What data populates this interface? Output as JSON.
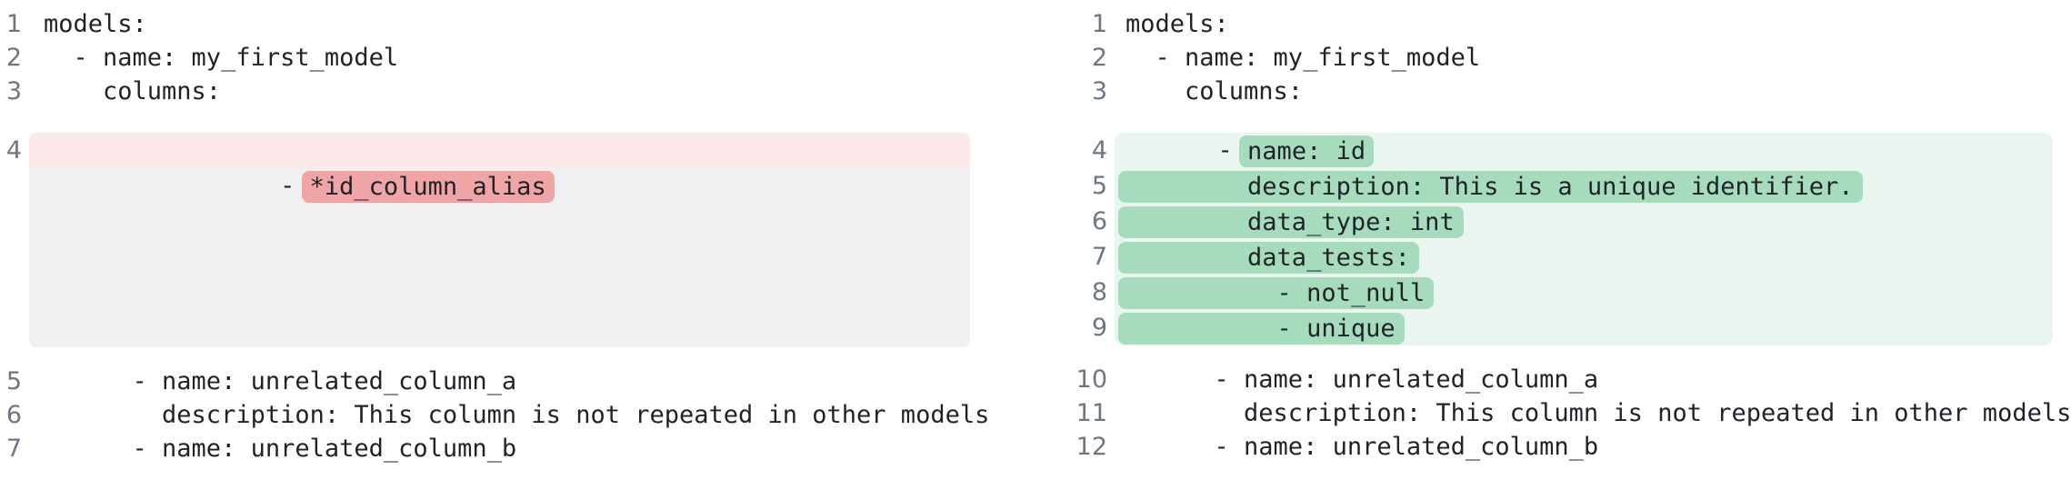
{
  "colors": {
    "code_text": "#1f2328",
    "line_number": "#6e7781",
    "removed_row_bg": "#fbe9e9",
    "removed_token_bg": "#efa5a5",
    "collapsed_placeholder_bg": "#eef0f1",
    "added_block_bg": "#e9f5ee",
    "added_token_bg": "#a7dbbe"
  },
  "left_panel": {
    "context_top": [
      {
        "number": "1",
        "text": "models:"
      },
      {
        "number": "2",
        "text": "  - name: my_first_model"
      },
      {
        "number": "3",
        "text": "    columns:"
      }
    ],
    "removed_line": {
      "number": "4",
      "prefix": "      - ",
      "token": "*id_column_alias"
    },
    "collapsed_placeholder": true,
    "context_bottom": [
      {
        "number": "5",
        "text": "      - name: unrelated_column_a"
      },
      {
        "number": "6",
        "text": "        description: This column is not repeated in other models"
      },
      {
        "number": "7",
        "text": "      - name: unrelated_column_b"
      }
    ]
  },
  "right_panel": {
    "context_top": [
      {
        "number": "1",
        "text": "models:"
      },
      {
        "number": "2",
        "text": "  - name: my_first_model"
      },
      {
        "number": "3",
        "text": "    columns:"
      }
    ],
    "added_lines": [
      {
        "number": "4",
        "prefix": "      - ",
        "token": "name: id",
        "full_line_pill": false
      },
      {
        "number": "5",
        "prefix": "",
        "token": "        description: This is a unique identifier.",
        "full_line_pill": true
      },
      {
        "number": "6",
        "prefix": "",
        "token": "        data_type: int",
        "full_line_pill": true
      },
      {
        "number": "7",
        "prefix": "",
        "token": "        data_tests:",
        "full_line_pill": true
      },
      {
        "number": "8",
        "prefix": "",
        "token": "          - not_null",
        "full_line_pill": true
      },
      {
        "number": "9",
        "prefix": "",
        "token": "          - unique",
        "full_line_pill": true
      }
    ],
    "context_bottom": [
      {
        "number": "10",
        "text": "      - name: unrelated_column_a"
      },
      {
        "number": "11",
        "text": "        description: This column is not repeated in other models"
      },
      {
        "number": "12",
        "text": "      - name: unrelated_column_b"
      }
    ]
  }
}
